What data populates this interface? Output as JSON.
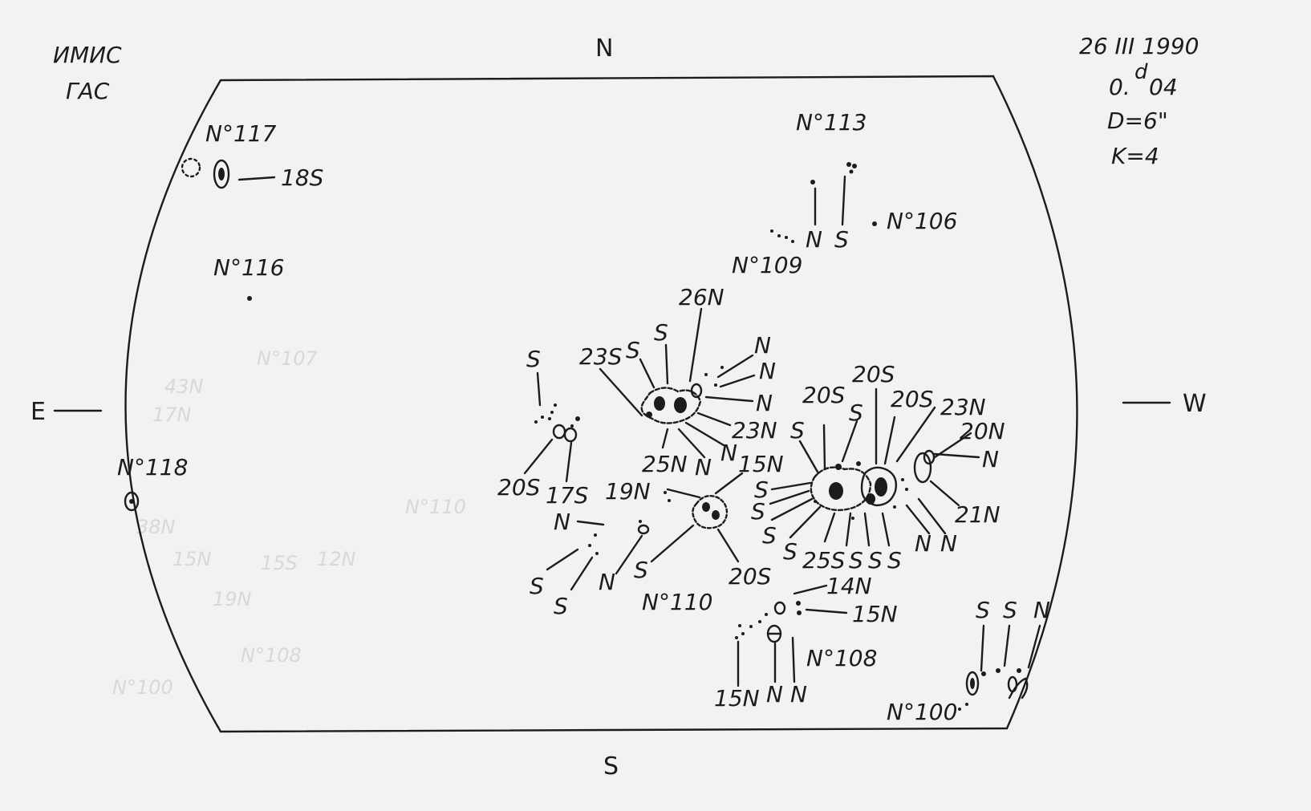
{
  "header": {
    "observatory_line1": "ИМИС",
    "observatory_line2": "ГАС",
    "date": "26 III 1990",
    "time_prefix": "0.",
    "time_sup": "d",
    "time_suffix": "04",
    "diameter": "D=6\"",
    "k_index": "K=4"
  },
  "cardinals": {
    "north": "N",
    "south": "S",
    "east": "E",
    "west": "W"
  },
  "regions": {
    "r117": "N°117",
    "r116": "N°116",
    "r118": "N°118",
    "r113": "N°113",
    "r106": "N°106",
    "r109": "N°109",
    "r110": "N°110",
    "r108": "N°108",
    "r100": "N°100"
  },
  "labels": {
    "l_18S": "18S",
    "l_113N": "N",
    "l_113S": "S",
    "l_26N": "26N",
    "l_S_top": "S",
    "l_23S": "23S",
    "l_S_23": "S",
    "l_S_far": "S",
    "l_N1": "N",
    "l_N2": "N",
    "l_N3": "N",
    "l_23N": "23N",
    "l_25N": "25N",
    "l_N_c": "N",
    "l_N_d": "N",
    "l_20S_left": "20S",
    "l_17S": "17S",
    "l_15N": "15N",
    "l_19N": "19N",
    "l_N_e": "N",
    "l_S_a": "S",
    "l_S_b": "S",
    "l_N_f": "N",
    "l_S_c": "S",
    "l_20S_mid": "20S",
    "l_20S_r1": "20S",
    "l_20S_r2": "20S",
    "l_20S_r3": "20S",
    "l_S_r": "S",
    "l_S_r2": "S",
    "l_23N_r": "23N",
    "l_20N_r": "20N",
    "l_N_r": "N",
    "l_21N": "21N",
    "l_S_w1": "S",
    "l_S_w2": "S",
    "l_S_w3": "S",
    "l_S_w4": "S",
    "l_25S": "25S",
    "l_S_b1": "S",
    "l_S_b2": "S",
    "l_S_b3": "S",
    "l_N_b1": "N",
    "l_N_b2": "N",
    "l_14N": "14N",
    "l_15N_b": "15N",
    "l_15N_c": "15N",
    "l_N_g": "N",
    "l_N_h": "N",
    "l_S_100a": "S",
    "l_S_100b": "S",
    "l_N_100": "N"
  }
}
